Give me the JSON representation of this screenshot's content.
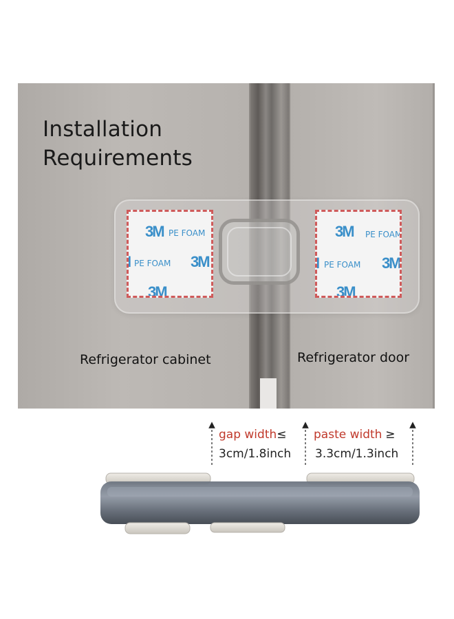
{
  "heading": {
    "line1": "Installation",
    "line2": "Requirements"
  },
  "labels": {
    "cabinet": "Refrigerator cabinet",
    "door": "Refrigerator door"
  },
  "pads": {
    "brand": "3M",
    "foam": "PE FOAM",
    "fragment_left": "I",
    "fragment_cut": "3M"
  },
  "measurements": {
    "gap": {
      "label": "gap width",
      "symbol": "≤",
      "value": "3cm/1.8inch"
    },
    "paste": {
      "label": "paste width",
      "symbol": "≥",
      "value": "3.3cm/1.3inch"
    }
  },
  "colors": {
    "accent_red": "#c0392b",
    "pad_print_blue": "#3a8fc9",
    "dashed_border": "#cf5a5a"
  }
}
